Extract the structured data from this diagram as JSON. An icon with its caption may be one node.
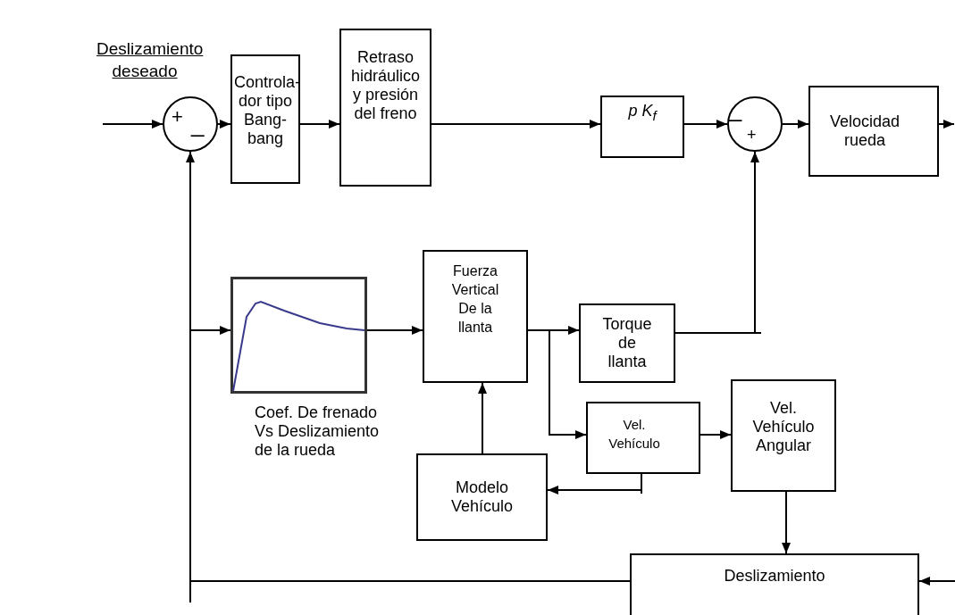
{
  "diagram": {
    "nodes": [
      {
        "text": [
          "+",
          "_"
        ]
      },
      {
        "text": [
          "Controla- dor tipo Bang- bang"
        ]
      },
      {
        "text": [
          "Retraso hidráulico y presión del freno"
        ]
      },
      {
        "text": [
          "p K$_{f}$"
        ]
      },
      {
        "text": [
          "–",
          "+"
        ]
      },
      {
        "text": [
          "Velocidad rueda"
        ]
      },
      {
        "text": [],
        "shape": "picture",
        "beside": [
          "Coef. De frenado Vs Deslizamiento de la rueda"
        ]
      },
      {
        "text": [
          "Fuerza Vertical De la llanta"
        ]
      },
      {
        "text": [
          "Torque de llanta"
        ]
      },
      {
        "text": [
          "Vel. Vehículo"
        ]
      },
      {
        "text": [
          "Vel. Vehículo Angular"
        ]
      },
      {
        "text": [
          "Modelo Vehículo"
        ]
      },
      {
        "text": [
          "Deslizamiento"
        ]
      }
    ],
    "edges": [
      {
        "from": null,
        "to": 0,
        "arrow": "to"
      },
      {
        "from": 0,
        "to": 1,
        "arrow": "to"
      },
      {
        "from": 1,
        "to": 2,
        "arrow": "to"
      },
      {
        "from": 2,
        "to": 3,
        "arrow": "to"
      },
      {
        "from": 3,
        "to": 4,
        "arrow": "to"
      },
      {
        "from": 4,
        "to": 5,
        "arrow": "to"
      },
      {
        "from": 5,
        "to": null,
        "arrow": "to"
      },
      {
        "from": null,
        "to": 12,
        "arrow": "to"
      },
      {
        "from": 12,
        "to": 0,
        "arrow": "to"
      },
      {
        "from": 12,
        "to": 6,
        "arrow": "to"
      },
      {
        "from": 6,
        "to": 7,
        "arrow": "to"
      },
      {
        "from": 7,
        "to": 8,
        "arrow": "to"
      },
      {
        "from": 7,
        "to": 9,
        "arrow": "to"
      },
      {
        "from": 8,
        "to": 4,
        "arrow": "to"
      },
      {
        "from": 9,
        "to": 10,
        "arrow": "to"
      },
      {
        "from": 9,
        "to": 11,
        "arrow": "to"
      },
      {
        "from": 11,
        "to": 7,
        "arrow": "to"
      },
      {
        "from": 10,
        "to": 12,
        "arrow": "to"
      }
    ],
    "labels": [
      "Deslizamiento deseado"
    ]
  }
}
